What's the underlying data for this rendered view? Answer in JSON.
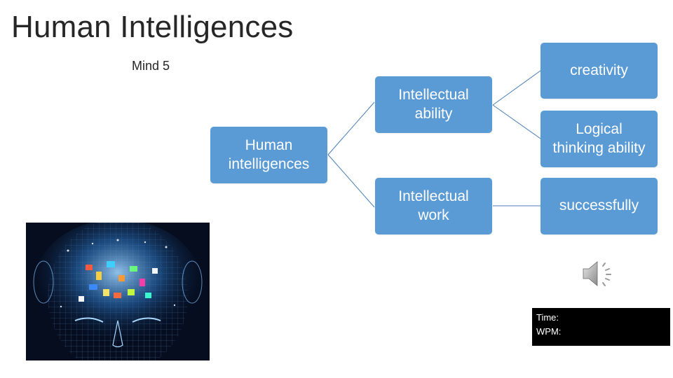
{
  "slide": {
    "title": "Human Intelligences",
    "subtitle": "Mind 5"
  },
  "diagram": {
    "root": "Human\nintelligences",
    "branches": [
      {
        "label": "Intellectual\nability",
        "children": [
          "creativity",
          "Logical\nthinking ability"
        ]
      },
      {
        "label": "Intellectual\nwork",
        "children": [
          "successfully"
        ]
      }
    ],
    "node_color": "#5b9bd5",
    "connector_color": "#4a7fb8"
  },
  "image": {
    "icon": "brain-head-photo-icon"
  },
  "audio": {
    "icon": "speaker-icon"
  },
  "timer": {
    "time_label": "Time:",
    "wpm_label": "WPM:"
  }
}
